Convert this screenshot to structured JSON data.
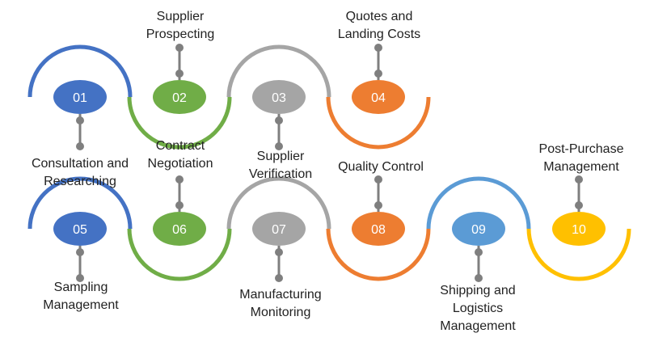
{
  "steps": [
    {
      "number": "01",
      "color": "#4472C4",
      "label": [
        "Consultation and",
        "Researching"
      ]
    },
    {
      "number": "02",
      "color": "#70AD47",
      "label": [
        "Supplier",
        "Prospecting"
      ]
    },
    {
      "number": "03",
      "color": "#A5A5A5",
      "label": [
        "Supplier",
        "Verification"
      ]
    },
    {
      "number": "04",
      "color": "#ED7D31",
      "label": [
        "Quotes and",
        "Landing Costs"
      ]
    },
    {
      "number": "05",
      "color": "#4472C4",
      "label": [
        "Sampling",
        "Management"
      ]
    },
    {
      "number": "06",
      "color": "#70AD47",
      "label": [
        "Contract",
        "Negotiation"
      ]
    },
    {
      "number": "07",
      "color": "#A5A5A5",
      "label": [
        "Manufacturing",
        "Monitoring"
      ]
    },
    {
      "number": "08",
      "color": "#ED7D31",
      "label": [
        "Quality Control"
      ]
    },
    {
      "number": "09",
      "color": "#5B9BD5",
      "label": [
        "Shipping and",
        "Logistics",
        "Management"
      ]
    },
    {
      "number": "10",
      "color": "#FFC000",
      "label": [
        "Post-Purchase",
        "Management"
      ]
    }
  ],
  "colors": {
    "connector": "#7F7F7F",
    "text": "#222222"
  }
}
